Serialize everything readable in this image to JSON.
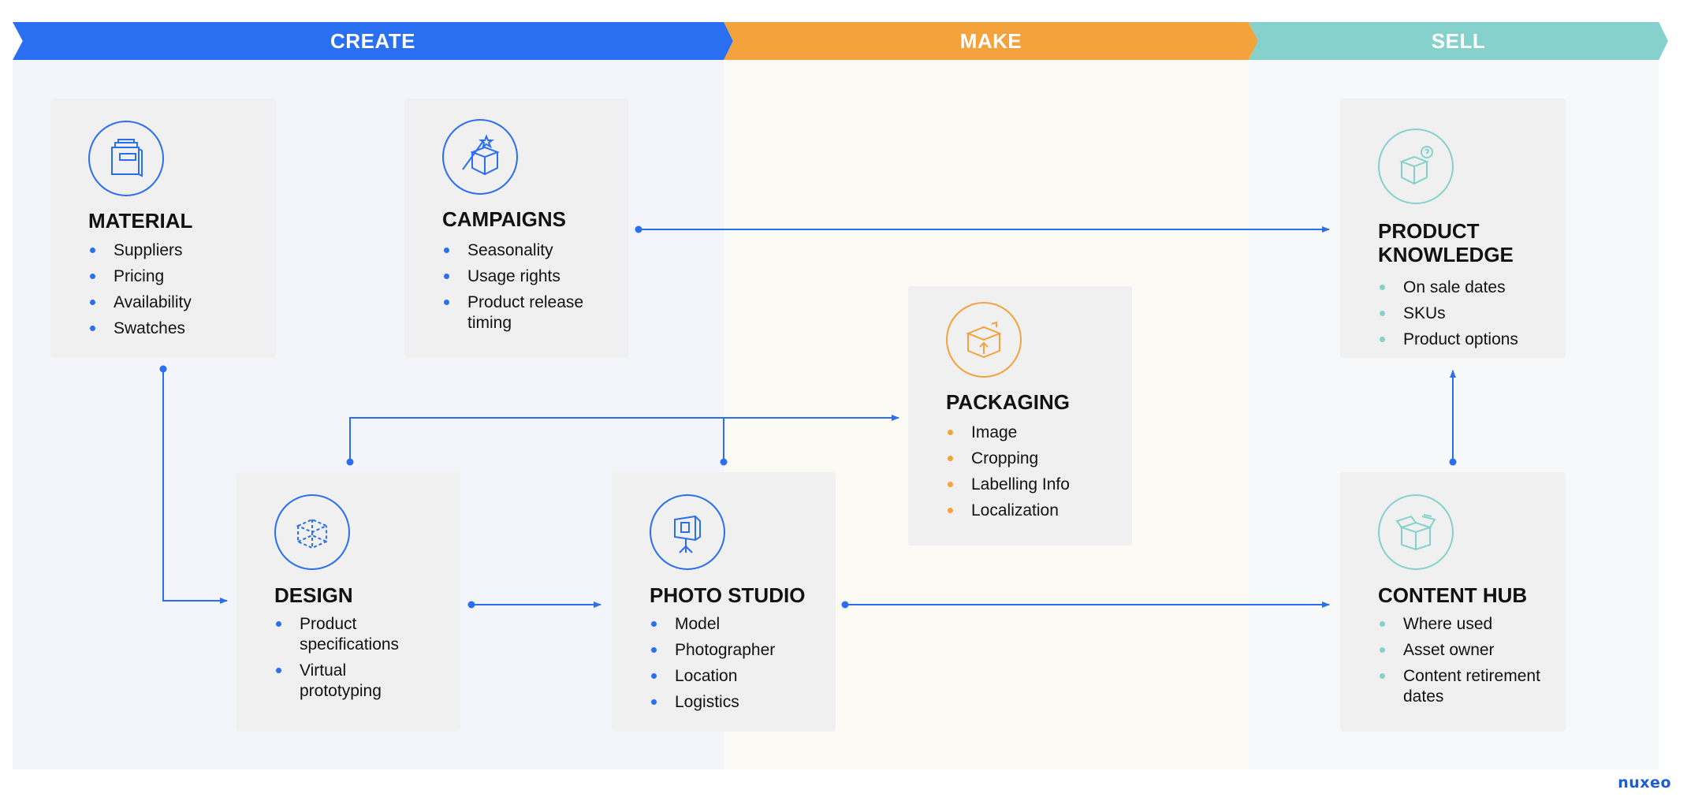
{
  "banners": {
    "create": "CREATE",
    "make": "MAKE",
    "sell": "SELL"
  },
  "colors": {
    "create": "#2a6ef2",
    "make": "#f4a23c",
    "sell": "#86d1cc",
    "connector": "#2a6ef2"
  },
  "cards": {
    "material": {
      "icon": "box-archive-icon",
      "title": "MATERIAL",
      "items": [
        "Suppliers",
        "Pricing",
        "Availability",
        "Swatches"
      ]
    },
    "campaigns": {
      "icon": "box-magic-wand-icon",
      "title": "CAMPAIGNS",
      "items": [
        "Seasonality",
        "Usage rights",
        "Product release timing"
      ]
    },
    "packaging": {
      "icon": "box-upload-icon",
      "title": "PACKAGING",
      "items": [
        "Image",
        "Cropping",
        "Labelling Info",
        "Localization"
      ]
    },
    "product_knowledge": {
      "icon": "box-question-icon",
      "title": "PRODUCT\nKNOWLEDGE",
      "items": [
        "On sale dates",
        "SKUs",
        "Product options"
      ]
    },
    "design": {
      "icon": "wireframe-cube-icon",
      "title": "DESIGN",
      "items": [
        "Product specifications",
        "Virtual prototyping"
      ]
    },
    "photo_studio": {
      "icon": "studio-light-icon",
      "title": "PHOTO STUDIO",
      "items": [
        "Model",
        "Photographer",
        "Location",
        "Logistics"
      ]
    },
    "content_hub": {
      "icon": "open-box-icon",
      "title": "CONTENT HUB",
      "items": [
        "Where used",
        "Asset owner",
        "Content retirement dates"
      ]
    }
  },
  "brand": {
    "logo_text": "nuxeo"
  }
}
